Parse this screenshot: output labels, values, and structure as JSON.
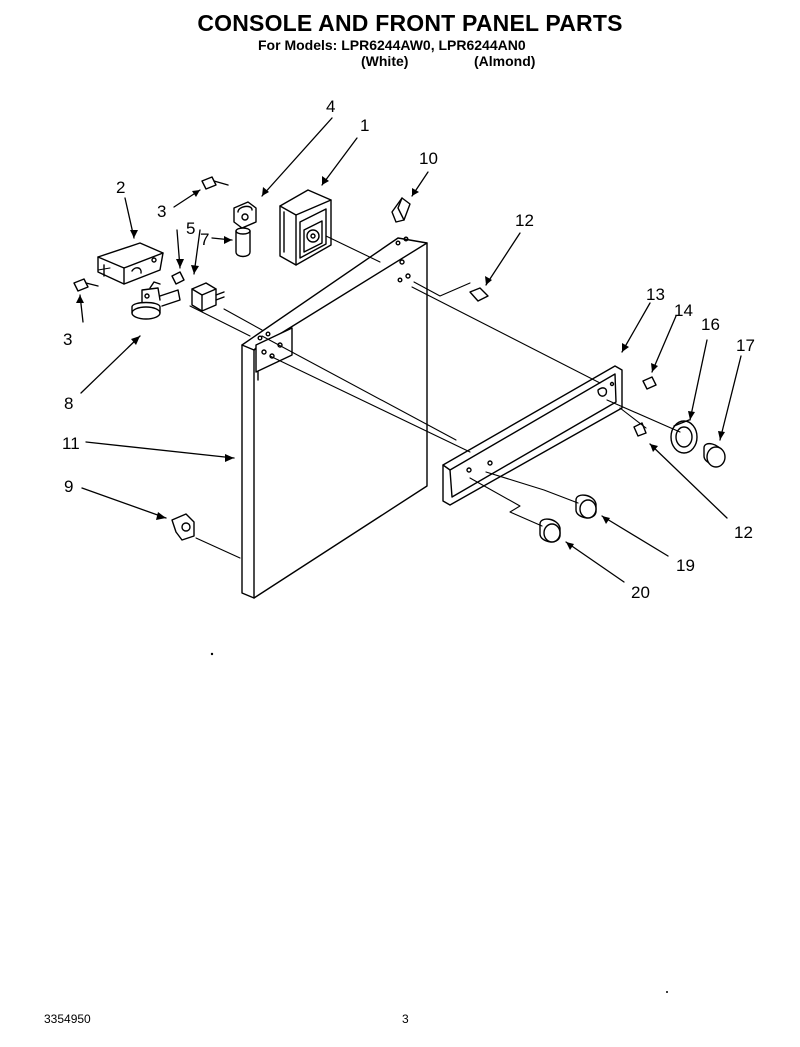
{
  "header": {
    "title": "CONSOLE AND FRONT PANEL PARTS",
    "models": "For Models: LPR6244AW0, LPR6244AN0",
    "variant_white": "(White)",
    "variant_almond": "(Almond)"
  },
  "callouts": {
    "c1": "1",
    "c2": "2",
    "c3a": "3",
    "c3b": "3",
    "c4": "4",
    "c5": "5",
    "c7": "7",
    "c8": "8",
    "c9": "9",
    "c10": "10",
    "c11": "11",
    "c12a": "12",
    "c12b": "12",
    "c13": "13",
    "c14": "14",
    "c16": "16",
    "c17": "17",
    "c19": "19",
    "c20": "20"
  },
  "footer": {
    "part_number": "3354950",
    "page_number": "3"
  }
}
